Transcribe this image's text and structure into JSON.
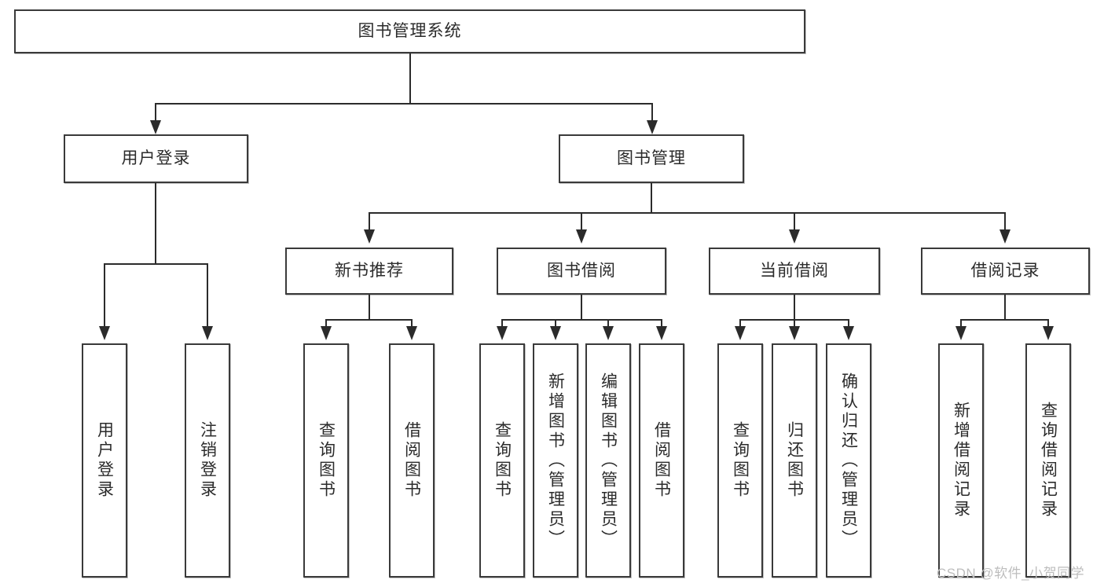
{
  "diagram": {
    "title": "图书管理系统",
    "type": "功能结构图",
    "root": {
      "label": "图书管理系统"
    },
    "level2": [
      {
        "label": "用户登录"
      },
      {
        "label": "图书管理"
      }
    ],
    "level3": [
      {
        "label": "新书推荐"
      },
      {
        "label": "图书借阅"
      },
      {
        "label": "当前借阅"
      },
      {
        "label": "借阅记录"
      }
    ],
    "leaves": [
      {
        "label": "用户登录",
        "parent": "用户登录"
      },
      {
        "label": "注销登录",
        "parent": "用户登录"
      },
      {
        "label": "查询图书",
        "parent": "新书推荐"
      },
      {
        "label": "借阅图书",
        "parent": "新书推荐"
      },
      {
        "label": "查询图书",
        "parent": "图书借阅"
      },
      {
        "label": "新增图书（管理员）",
        "parent": "图书借阅"
      },
      {
        "label": "编辑图书（管理员）",
        "parent": "图书借阅"
      },
      {
        "label": "借阅图书",
        "parent": "图书借阅"
      },
      {
        "label": "查询图书",
        "parent": "当前借阅"
      },
      {
        "label": "归还图书",
        "parent": "当前借阅"
      },
      {
        "label": "确认归还（管理员）",
        "parent": "当前借阅"
      },
      {
        "label": "新增借阅记录",
        "parent": "借阅记录"
      },
      {
        "label": "查询借阅记录",
        "parent": "借阅记录"
      }
    ],
    "colors": {
      "stroke": "#3a3a3a",
      "text": "#2b2b2b",
      "background": "#ffffff",
      "watermark": "#bdbdbd"
    }
  },
  "watermark": {
    "text": "CSDN @软件_小贺同学"
  }
}
